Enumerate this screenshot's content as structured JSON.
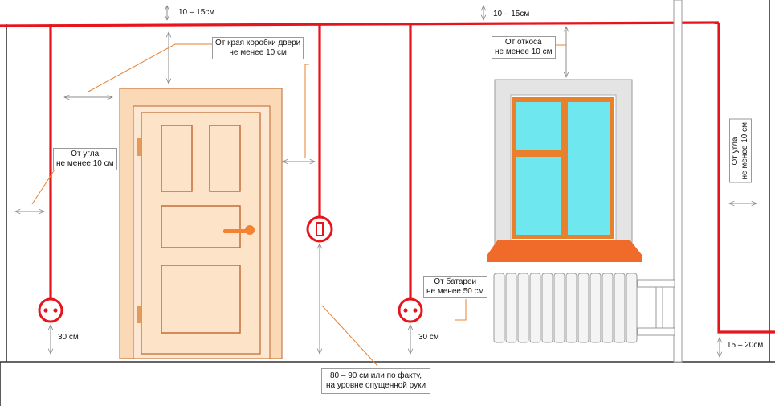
{
  "colors": {
    "wiring": "#e8141c",
    "wall_line": "#333333",
    "door_frame": "#fcd9b6",
    "door_panel": "#fde4c8",
    "door_outline": "#c0662b",
    "handle": "#f58233",
    "window_frame": "#e8802e",
    "window_glass": "#6fe7ee",
    "window_sill": "#f06a2a",
    "window_reveal": "#e4e4e4",
    "radiator": "#f4f4f4",
    "pipe": "#c8c8c8",
    "dimension": "#8c8c8c",
    "leader": "#e8802e"
  },
  "icons": [
    "socket-icon",
    "switch-icon"
  ],
  "labels": {
    "top_gap_left": "10 – 15см",
    "top_gap_right": "10 – 15см",
    "door_edge": [
      "От края коробки двери",
      "не менее 10 см"
    ],
    "corner_left": [
      "От угла",
      "не менее 10 см"
    ],
    "window_reveal": [
      "От откоса",
      "не менее 10 см"
    ],
    "radiator": [
      "От батареи",
      "не менее 50 см"
    ],
    "corner_right": [
      "От угла",
      "не менее 10 см"
    ],
    "socket_left_height": "30 см",
    "socket_right_height": "30 см",
    "floor_gap": "15 – 20см",
    "switch_height": [
      "80 – 90 см или по факту,",
      "на уровне опущенной руки"
    ]
  }
}
